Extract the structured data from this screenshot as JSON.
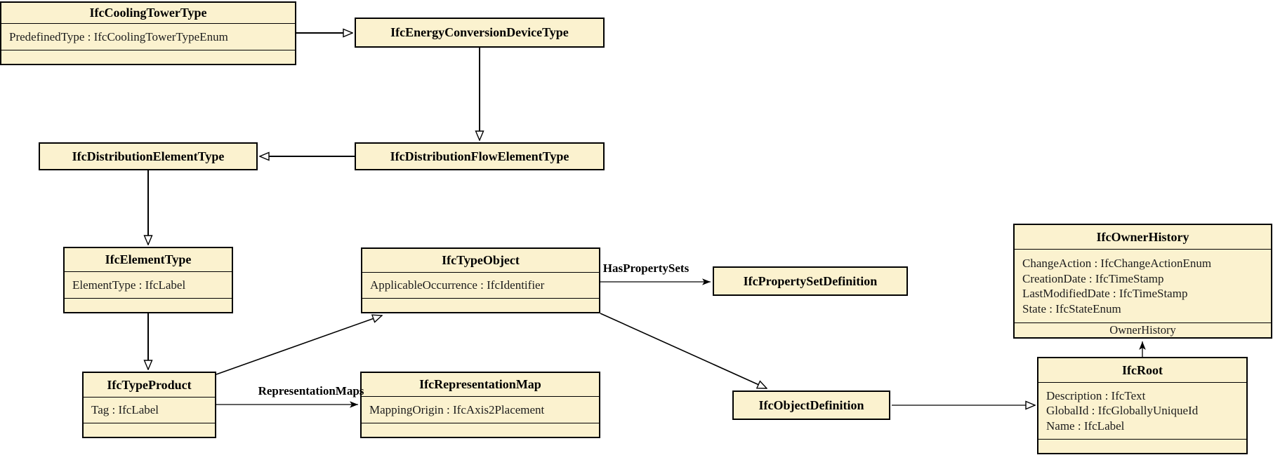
{
  "diagram": {
    "kind": "uml-class-diagram"
  },
  "classes": {
    "cooling_tower_type": {
      "title": "IfcCoolingTowerType",
      "attributes": [
        "PredefinedType : IfcCoolingTowerTypeEnum"
      ]
    },
    "energy_conversion_device_type": {
      "title": "IfcEnergyConversionDeviceType"
    },
    "distribution_element_type": {
      "title": "IfcDistributionElementType"
    },
    "distribution_flow_element_type": {
      "title": "IfcDistributionFlowElementType"
    },
    "element_type": {
      "title": "IfcElementType",
      "attributes": [
        "ElementType : IfcLabel"
      ]
    },
    "type_object": {
      "title": "IfcTypeObject",
      "attributes": [
        "ApplicableOccurrence : IfcIdentifier"
      ]
    },
    "property_set_definition": {
      "title": "IfcPropertySetDefinition"
    },
    "owner_history": {
      "title": "IfcOwnerHistory",
      "attributes": [
        "ChangeAction : IfcChangeActionEnum",
        "CreationDate : IfcTimeStamp",
        "LastModifiedDate : IfcTimeStamp",
        "State : IfcStateEnum"
      ],
      "footer_label": "OwnerHistory"
    },
    "type_product": {
      "title": "IfcTypeProduct",
      "attributes": [
        "Tag : IfcLabel"
      ]
    },
    "representation_map": {
      "title": "IfcRepresentationMap",
      "attributes": [
        "MappingOrigin : IfcAxis2Placement"
      ]
    },
    "object_definition": {
      "title": "IfcObjectDefinition"
    },
    "root": {
      "title": "IfcRoot",
      "attributes": [
        "Description : IfcText",
        "GlobalId : IfcGloballyUniqueId",
        "Name : IfcLabel"
      ]
    }
  },
  "edge_labels": {
    "has_property_sets": "HasPropertySets",
    "representation_maps": "RepresentationMaps"
  },
  "colors": {
    "box_fill": "#fbf2cf",
    "box_border": "#000000",
    "line": "#000000",
    "background": "#ffffff"
  }
}
